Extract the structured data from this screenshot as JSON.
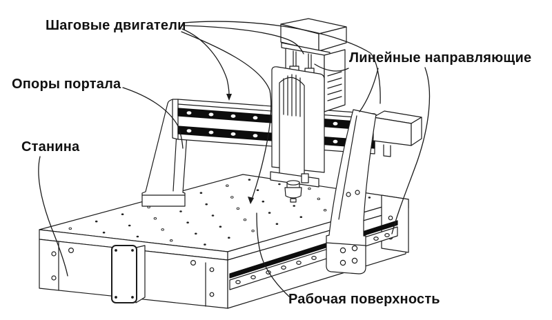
{
  "figure": {
    "type": "technical-line-diagram",
    "subject": "CNC portal milling machine (annotated isometric drawing)"
  },
  "labels": {
    "stepper_motors": "Шаговые двигатели",
    "linear_guides": "Линейные направляющие",
    "gantry_supports": "Опоры портала",
    "bed": "Станина",
    "work_surface": "Рабочая поверхность"
  },
  "colors": {
    "background": "#ffffff",
    "line": "#1a1a1a",
    "text": "#111111",
    "rail_dark": "#0d0d0d"
  }
}
